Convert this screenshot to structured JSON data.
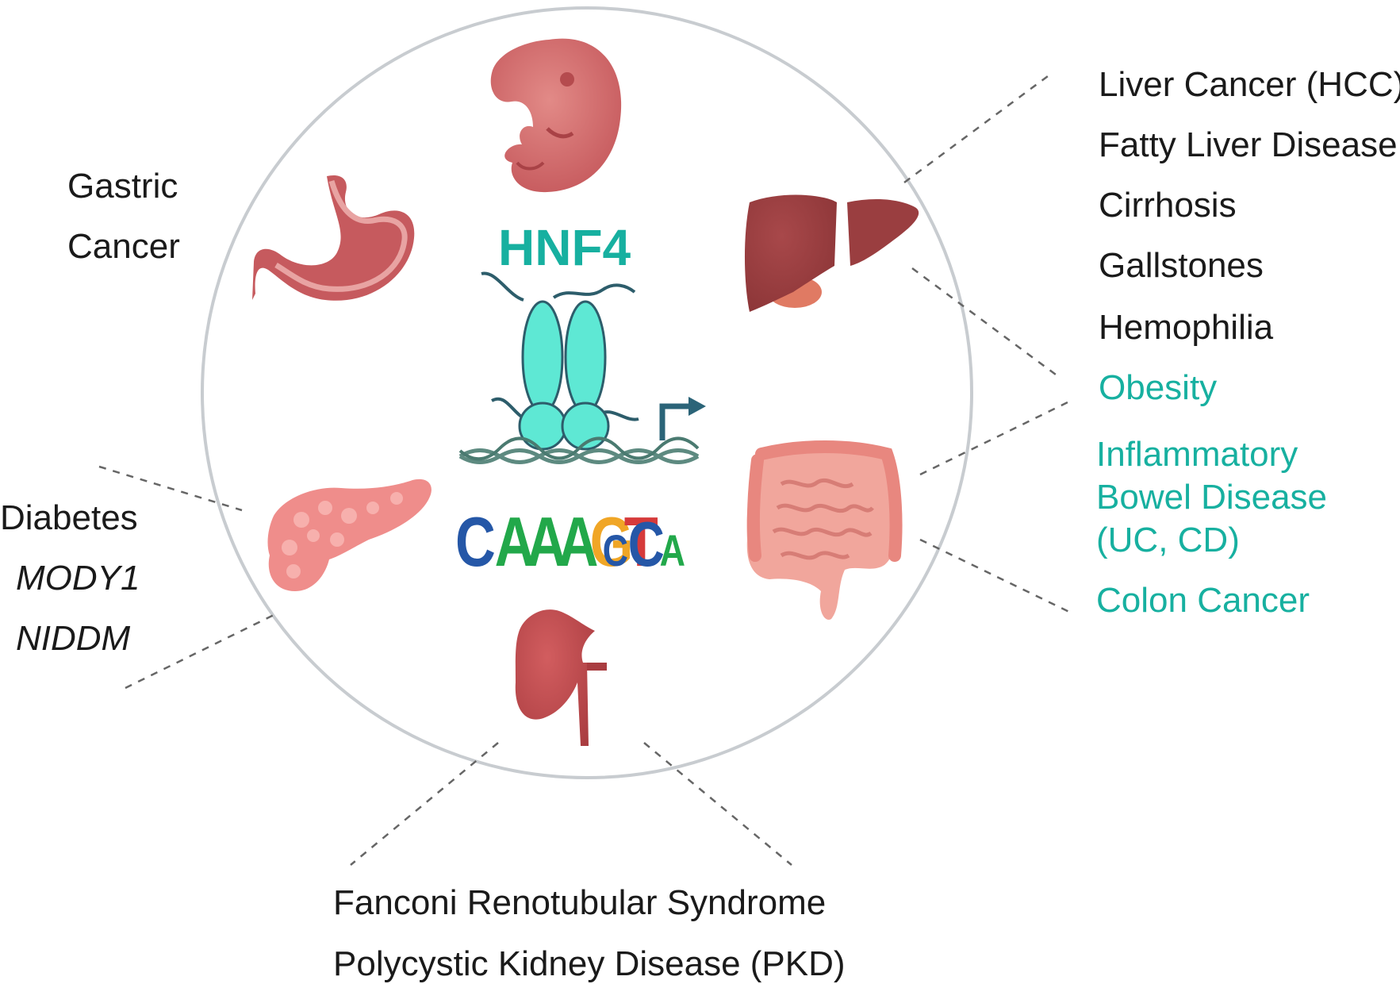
{
  "center": {
    "title": "HNF4",
    "motif": [
      "C",
      "A",
      "A",
      "A",
      "G",
      "T",
      "C",
      "C",
      "A"
    ]
  },
  "gastric": {
    "line1": "Gastric",
    "line2": "Cancer"
  },
  "pancreas": {
    "diabetes": "Diabetes",
    "mody": "MODY1",
    "niddm": "NIDDM"
  },
  "liver": {
    "items": [
      "Liver Cancer (HCC)",
      "Fatty Liver Disease",
      "Cirrhosis",
      "Gallstones",
      "Hemophilia"
    ]
  },
  "intestine": {
    "obesity": "Obesity",
    "ibd1": "Inflammatory",
    "ibd2": "Bowel Disease",
    "ibd3": "(UC, CD)",
    "colon": "Colon Cancer"
  },
  "kidney": {
    "items": [
      "Fanconi Renotubular Syndrome",
      "Polycystic Kidney Disease (PKD)"
    ]
  },
  "colors": {
    "teal_text": "#17b0a0",
    "dark_text": "#1a1a1a",
    "hnf4_body": "#5ee8d4",
    "dna": "#5d8a80",
    "arrow": "#2b6478",
    "organ": "#c65a5e",
    "circle": "#c8ccd0"
  },
  "icons": [
    "embryo-icon",
    "stomach-icon",
    "liver-icon",
    "pancreas-icon",
    "intestine-icon",
    "kidney-icon",
    "transcription-arrow-icon"
  ]
}
